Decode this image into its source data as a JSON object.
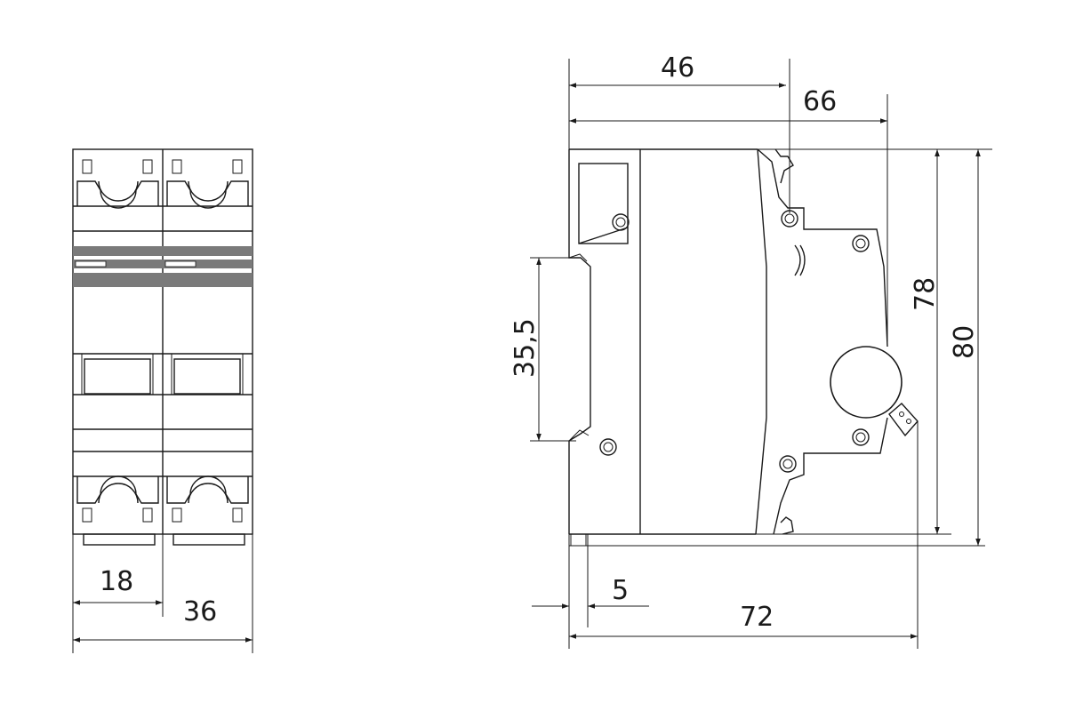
{
  "dimensions": {
    "width_single": "18",
    "width_total": "36",
    "depth_to_rail_face": "46",
    "depth_to_body": "66",
    "height_body": "78",
    "height_total": "80",
    "rail_height": "35,5",
    "rail_offset": "5",
    "depth_total": "72"
  },
  "colors": {
    "line": "#1a1a1a",
    "band": "#7a7a7a",
    "background": "#ffffff"
  }
}
